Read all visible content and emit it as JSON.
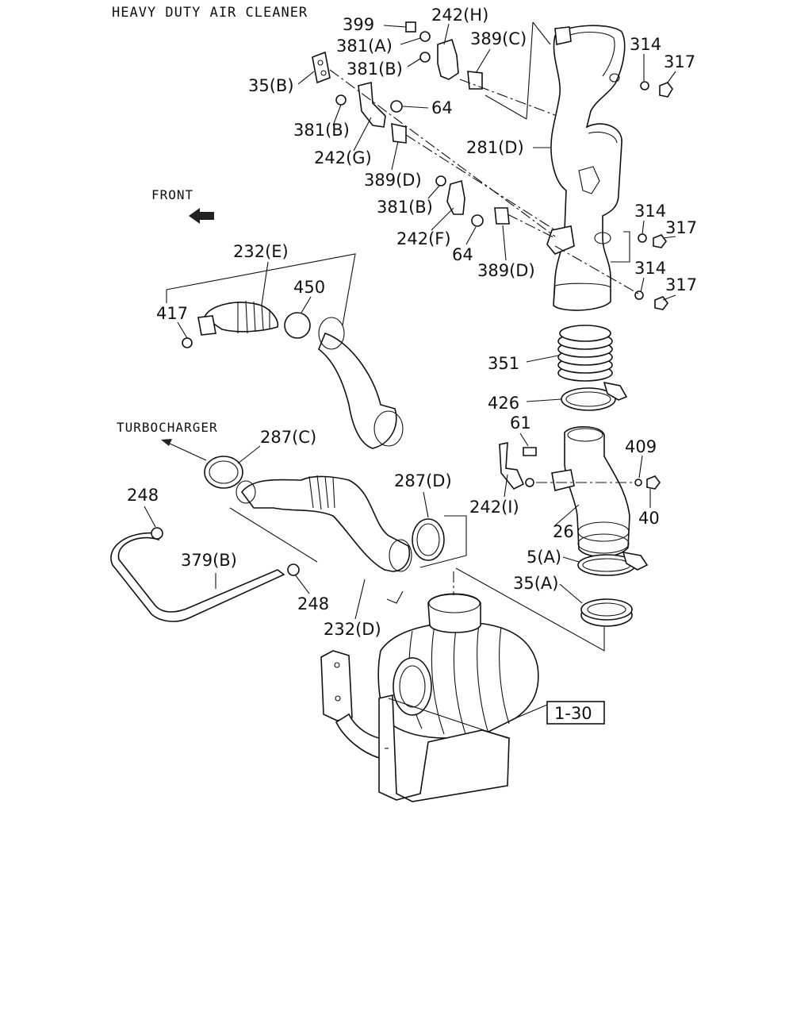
{
  "title": "HEAVY DUTY AIR CLEANER",
  "direction_labels": {
    "front": "FRONT",
    "turbocharger": "TURBOCHARGER"
  },
  "reference_box": "1-30",
  "callouts": [
    {
      "id": "c399",
      "text": "399"
    },
    {
      "id": "c242h",
      "text": "242(H)"
    },
    {
      "id": "c381a",
      "text": "381(A)"
    },
    {
      "id": "c389c",
      "text": "389(C)"
    },
    {
      "id": "c314a",
      "text": "314"
    },
    {
      "id": "c317a",
      "text": "317"
    },
    {
      "id": "c381b1",
      "text": "381(B)"
    },
    {
      "id": "c35b",
      "text": "35(B)"
    },
    {
      "id": "c64a",
      "text": "64"
    },
    {
      "id": "c381b2",
      "text": "381(B)"
    },
    {
      "id": "c281d",
      "text": "281(D)"
    },
    {
      "id": "c242g",
      "text": "242(G)"
    },
    {
      "id": "c389d1",
      "text": "389(D)"
    },
    {
      "id": "c381b3",
      "text": "381(B)"
    },
    {
      "id": "c314b",
      "text": "314"
    },
    {
      "id": "c317b",
      "text": "317"
    },
    {
      "id": "c242f",
      "text": "242(F)"
    },
    {
      "id": "c64b",
      "text": "64"
    },
    {
      "id": "c232e",
      "text": "232(E)"
    },
    {
      "id": "c389d2",
      "text": "389(D)"
    },
    {
      "id": "c314c",
      "text": "314"
    },
    {
      "id": "c317c",
      "text": "317"
    },
    {
      "id": "c450",
      "text": "450"
    },
    {
      "id": "c417",
      "text": "417"
    },
    {
      "id": "c351",
      "text": "351"
    },
    {
      "id": "c426",
      "text": "426"
    },
    {
      "id": "c61",
      "text": "61"
    },
    {
      "id": "c287c",
      "text": "287(C)"
    },
    {
      "id": "c409",
      "text": "409"
    },
    {
      "id": "c248a",
      "text": "248"
    },
    {
      "id": "c287d",
      "text": "287(D)"
    },
    {
      "id": "c242i",
      "text": "242(I)"
    },
    {
      "id": "c40",
      "text": "40"
    },
    {
      "id": "c26",
      "text": "26"
    },
    {
      "id": "c379b",
      "text": "379(B)"
    },
    {
      "id": "c5a",
      "text": "5(A)"
    },
    {
      "id": "c35a",
      "text": "35(A)"
    },
    {
      "id": "c248b",
      "text": "248"
    },
    {
      "id": "c232d",
      "text": "232(D)"
    }
  ]
}
